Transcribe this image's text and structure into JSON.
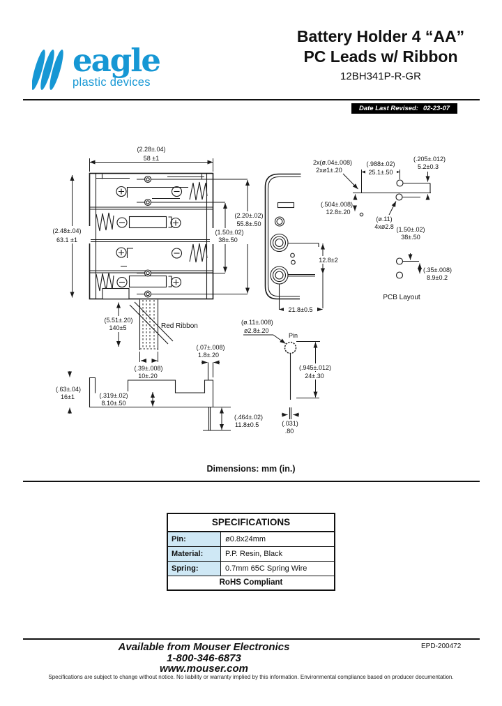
{
  "header": {
    "logo_text": "eagle",
    "logo_subtext": "plastic devices",
    "logo_color": "#1697d4",
    "title_line1": "Battery Holder 4 “AA”",
    "title_line2": "PC Leads w/ Ribbon",
    "part_number": "12BH341P-R-GR",
    "revised_label": "Date Last Revised:",
    "revised_date": "02-23-07"
  },
  "drawing": {
    "note": "Dimensions: mm (in.)",
    "labels": {
      "red_ribbon": "Red Ribbon",
      "pin": "Pin",
      "pcb_layout": "PCB Layout"
    },
    "dims": {
      "width_in": "(2.28±.04)",
      "width_mm": "58 ±1",
      "height_in": "(2.48±.04)",
      "height_mm": "63.1 ±1",
      "pins_outer_in": "(2.20±.02)",
      "pins_outer_mm": "55.8±.50",
      "pins_inner_in": "(1.50±.02)",
      "pins_inner_mm": "38±.50",
      "ribbon_len_in": "(5.51±.20)",
      "ribbon_len_mm": "140±5",
      "ribbon_w_in": "(.39±.008)",
      "ribbon_w_mm": "10±.20",
      "wall_in": "(.07±.008)",
      "wall_mm": "1.8±.20",
      "base_h_in": "(.63±.04)",
      "base_h_mm": "16±1",
      "step_in": "(.319±.02)",
      "step_mm": "8.10±.50",
      "pin_drop_in": "(.464±.02)",
      "pin_drop_mm": "11.8±0.5",
      "side_pin_gap": "12.8±2",
      "side_width": "21.8±0.5",
      "pin_dia_in": "(ø.11±.008)",
      "pin_dia_mm": "ø2.8±.20",
      "pin_len_in": "(.945±.012)",
      "pin_len_mm": "24±.30",
      "pin_thick_in": "(.031)",
      "pin_thick_mm": ".80",
      "pcb_holes_in": "2x(ø.04±.008)",
      "pcb_holes_mm": "2xø1±.20",
      "pcb_pitch_in": "(.988±.02)",
      "pcb_pitch_mm": "25.1±.50",
      "pcb_offset_in": "(.205±.012)",
      "pcb_offset_mm": "5.2±0.3",
      "pcb_depth_in": "(.504±.008)",
      "pcb_depth_mm": "12.8±.20",
      "pcb_hole4_in": "(ø.11)",
      "pcb_hole4_mm": "4xø2.8",
      "pcb_vpitch_in": "(1.50±.02)",
      "pcb_vpitch_mm": "38±.50",
      "pcb_lower_in": "(.35±.008)",
      "pcb_lower_mm": "8.9±0.2"
    }
  },
  "specifications": {
    "title": "SPECIFICATIONS",
    "label_bg": "#cfe8f5",
    "rows": [
      {
        "label": "Pin:",
        "value": "ø0.8x24mm"
      },
      {
        "label": "Material:",
        "value": "P.P. Resin, Black"
      },
      {
        "label": "Spring:",
        "value": "0.7mm 65C Spring Wire"
      }
    ],
    "footer": "RoHS Compliant"
  },
  "footer": {
    "distributor": "Available from Mouser Electronics",
    "phone": "1-800-346-6873",
    "website": "www.mouser.com",
    "doc_number": "EPD-200472",
    "disclaimer": "Specifications are subject to change without notice.   No liability or warranty implied by this information.   Environmental compliance based on producer documentation."
  }
}
